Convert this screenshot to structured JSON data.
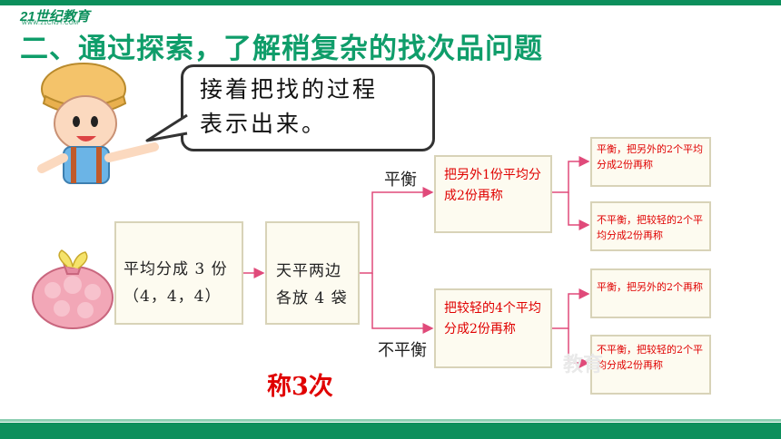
{
  "header": {
    "logo_text": "21世纪教育",
    "logo_sub": "WWW.21CNJY.COM",
    "title": "二、通过探索，了解稍复杂的找次品问题"
  },
  "bubble": {
    "line1": "接着把找的过程",
    "line2": "表示出来。"
  },
  "flow": {
    "start": {
      "line1": "平均分成 3 份",
      "line2": "（4，4，4）"
    },
    "step": {
      "line1": "天平两边",
      "line2": "各放 4 袋"
    },
    "branch_balanced_label": "平衡",
    "branch_unbalanced_label": "不平衡",
    "balanced": {
      "text": "把另外1份平均分成2份再称",
      "sub_balanced": "平衡，把另外的2个平均分成2份再称",
      "sub_unbalanced": "不平衡，把较轻的2个平均分成2份再称"
    },
    "unbalanced": {
      "text": "把较轻的4个平均分成2份再称",
      "sub_balanced": "平衡，把另外的2个再称",
      "sub_unbalanced": "不平衡，把较轻的2个平均分成2份再称"
    }
  },
  "result": "称3次",
  "watermark": "教育",
  "colors": {
    "title": "#0f9d6a",
    "accent_red": "#e00000",
    "bar_green": "#0c8f5c"
  }
}
